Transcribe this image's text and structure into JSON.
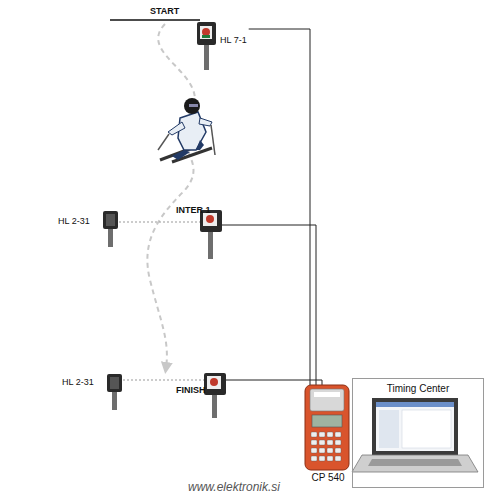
{
  "diagram": {
    "nodes": [
      {
        "text": [
          "HL 7-1"
        ]
      },
      {
        "text": [
          "HL 2-31"
        ]
      },
      {
        "text": [
          "HL 2-31"
        ]
      },
      {
        "text": [
          "CP 540"
        ]
      },
      {
        "text": [
          "Timing Center"
        ]
      }
    ],
    "edges": [
      {
        "from": 0,
        "to": 3,
        "arrow": "none"
      }
    ],
    "labels": [
      "START",
      "INTER 1",
      "FINISH",
      "www.elektronik.si"
    ]
  }
}
